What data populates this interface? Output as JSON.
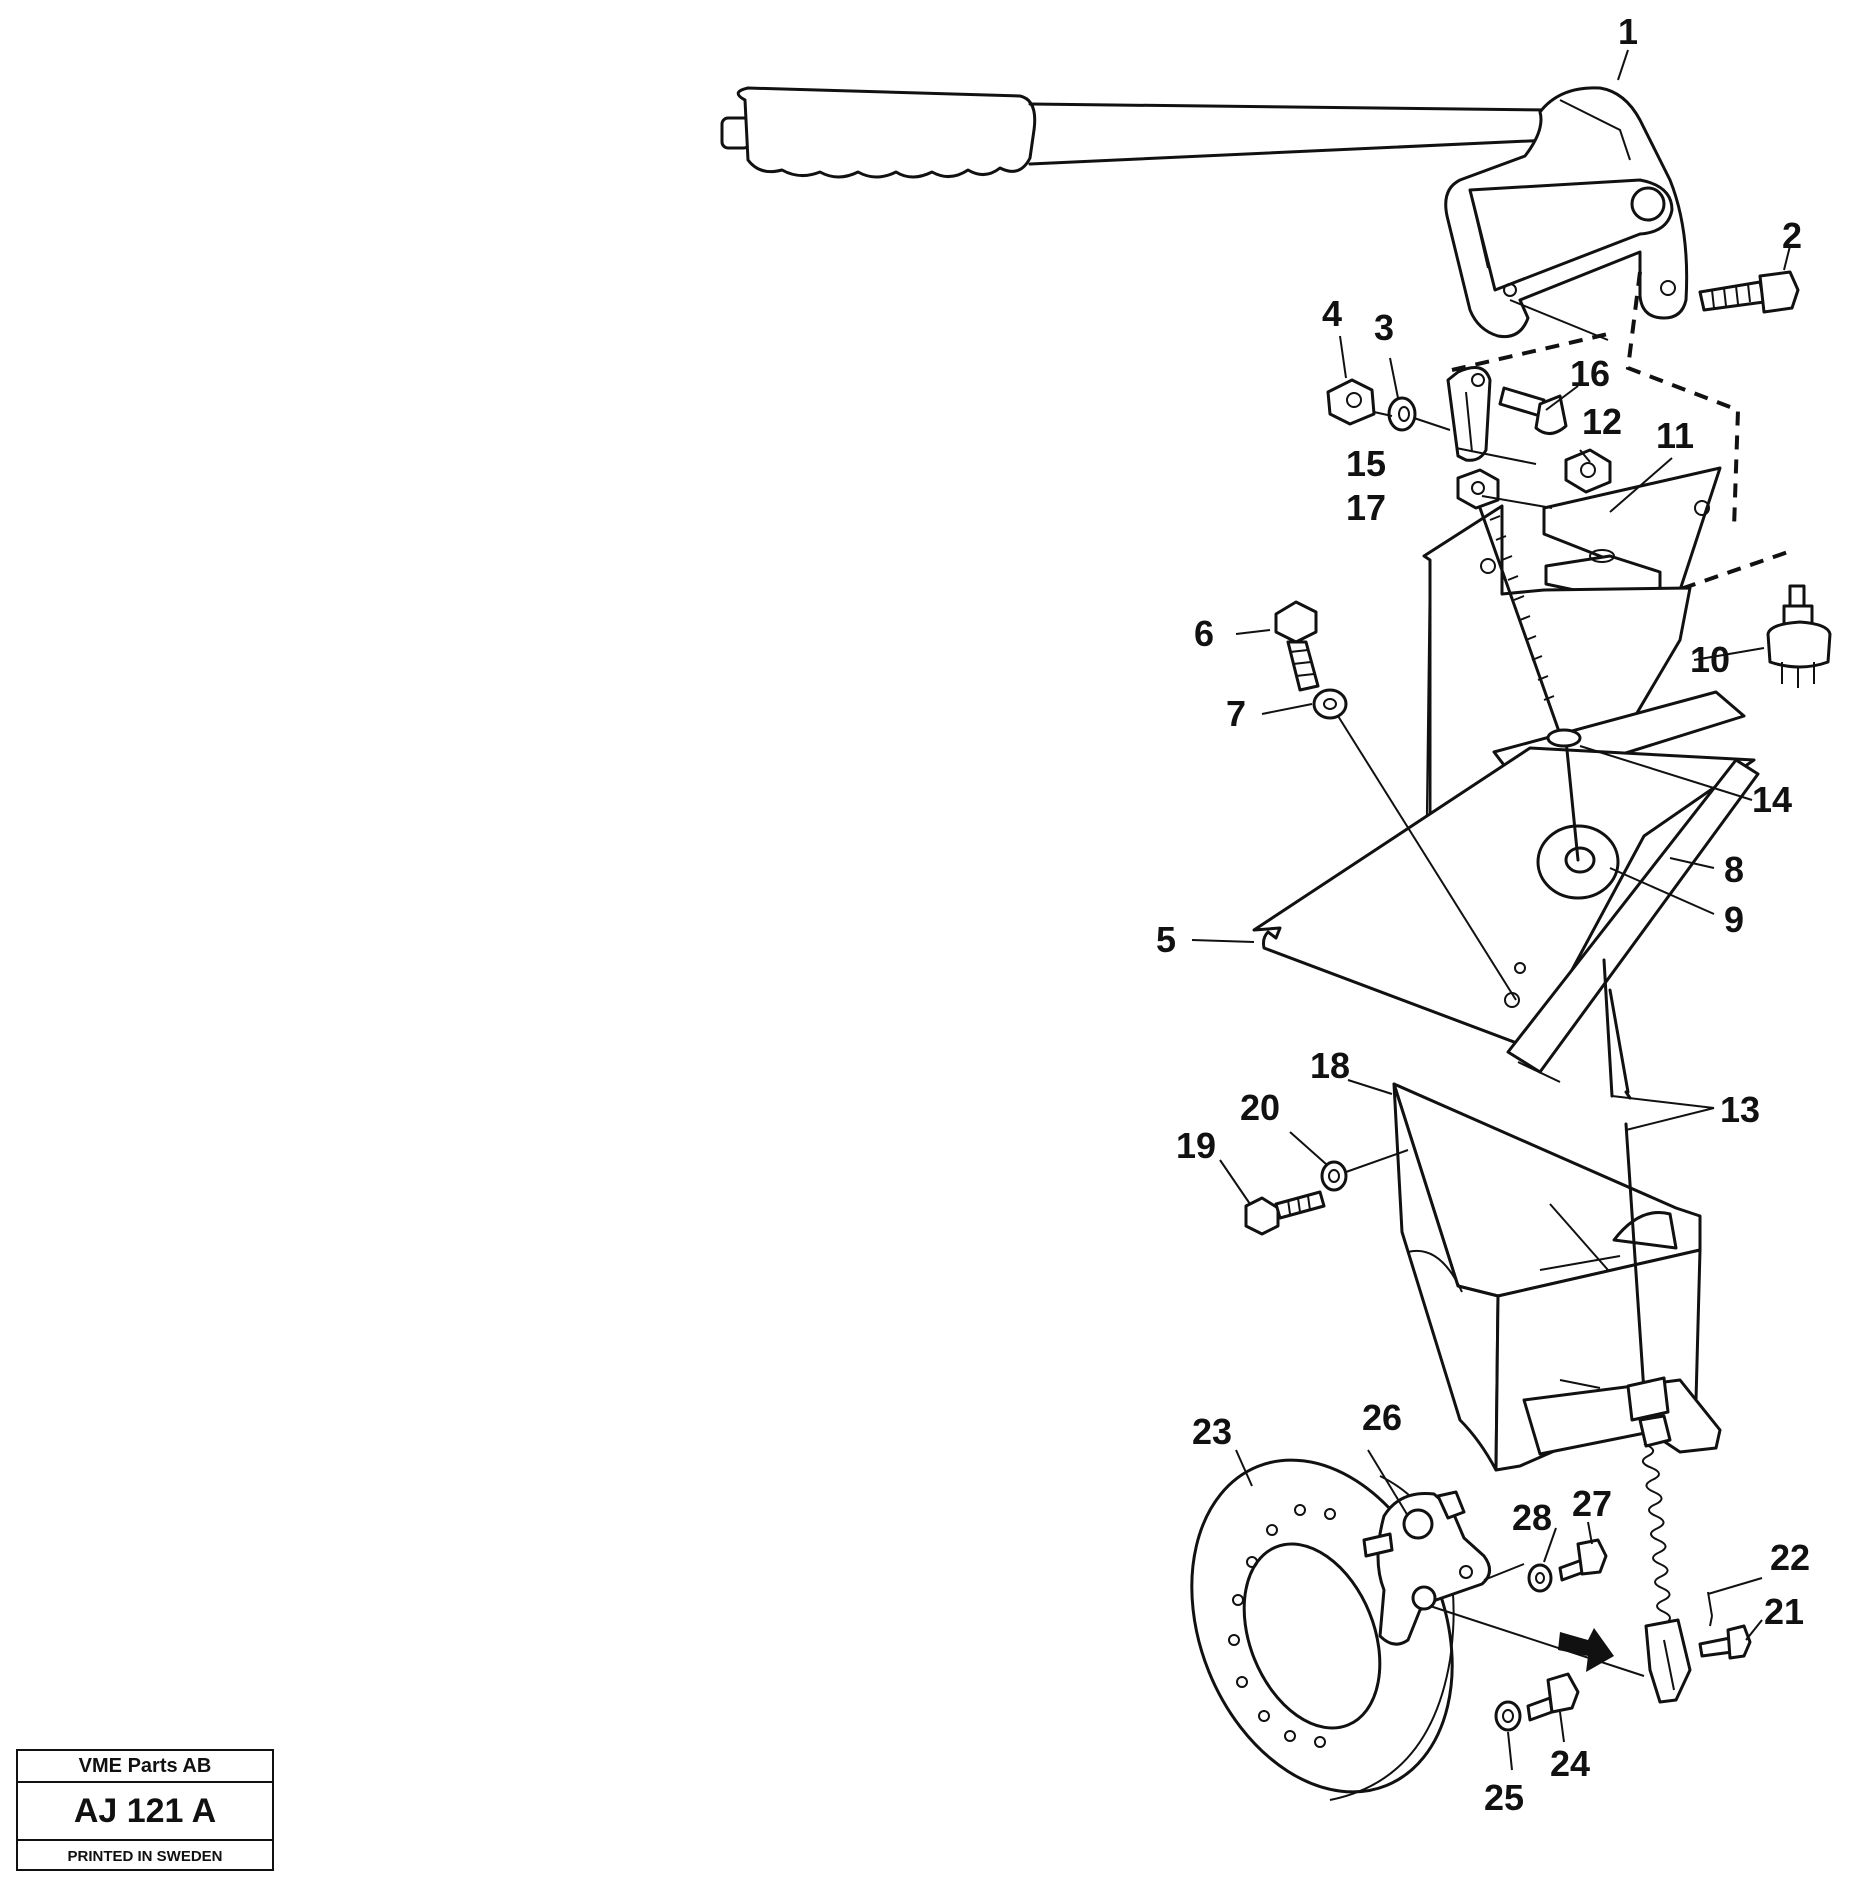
{
  "callouts": [
    {
      "label": "1"
    },
    {
      "label": "2"
    },
    {
      "label": "3"
    },
    {
      "label": "4"
    },
    {
      "label": "5"
    },
    {
      "label": "6"
    },
    {
      "label": "7"
    },
    {
      "label": "8"
    },
    {
      "label": "9"
    },
    {
      "label": "10"
    },
    {
      "label": "11"
    },
    {
      "label": "12"
    },
    {
      "label": "13"
    },
    {
      "label": "14"
    },
    {
      "label": "15"
    },
    {
      "label": "16"
    },
    {
      "label": "17"
    },
    {
      "label": "18"
    },
    {
      "label": "19"
    },
    {
      "label": "20"
    },
    {
      "label": "21"
    },
    {
      "label": "22"
    },
    {
      "label": "23"
    },
    {
      "label": "24"
    },
    {
      "label": "25"
    },
    {
      "label": "26"
    },
    {
      "label": "27"
    },
    {
      "label": "28"
    }
  ],
  "title_block": {
    "company": "VME Parts AB",
    "drawing_no": "AJ 121 A",
    "printed": "PRINTED IN SWEDEN"
  }
}
